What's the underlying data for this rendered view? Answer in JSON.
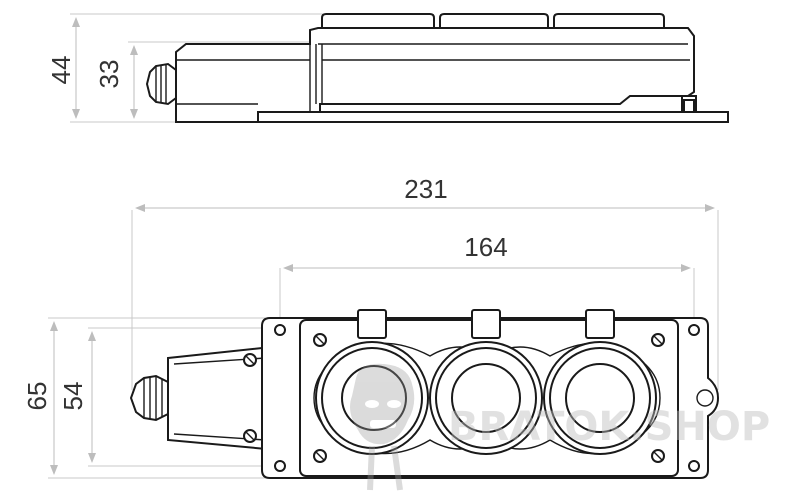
{
  "dimensions": {
    "side_total_height": "44",
    "side_body_height": "33",
    "front_total_length": "231",
    "front_body_length": "164",
    "front_total_height": "65",
    "front_body_height": "54"
  },
  "watermark": {
    "text": "BRATOK.SHOP",
    "icon": "gorilla-head-icon"
  },
  "colors": {
    "line": "#1a1a1a",
    "dimension_line": "#bdbdbd",
    "dimension_text": "#333333",
    "watermark": "#bcbcbc"
  }
}
